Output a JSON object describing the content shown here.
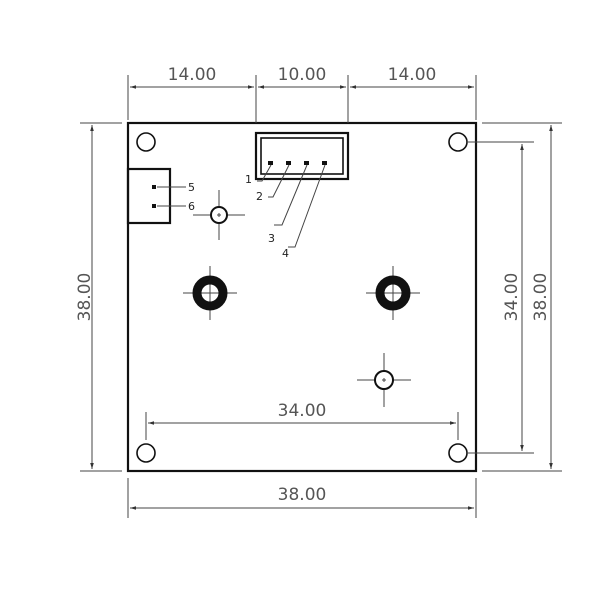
{
  "drawing": {
    "board": {
      "width_label": "38.00",
      "height_label": "38.00"
    },
    "dimensions": {
      "top": [
        "14.00",
        "10.00",
        "14.00"
      ],
      "left_height": "38.00",
      "right_hole_spacing": "34.00",
      "right_height": "38.00",
      "inner_hole_spacing": "34.00",
      "bottom_width": "38.00"
    },
    "connector_pins": [
      "1",
      "2",
      "3",
      "4"
    ],
    "side_connector_pins": [
      "5",
      "6"
    ],
    "colors": {
      "line": "#111111",
      "dim": "#555555",
      "background": "#ffffff"
    }
  }
}
